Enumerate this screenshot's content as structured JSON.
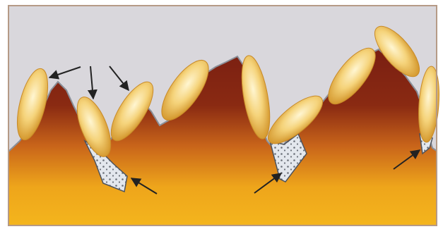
{
  "diagram": {
    "labels": [],
    "colors": {
      "background": "#ffffff",
      "sky": "#d9d7dc",
      "border": "#b59a86",
      "peak_top": "#7a1f12",
      "mid": "#c9651a",
      "base": "#f2b21a",
      "pore_fill": "#e2e6ec",
      "pore_edge": "#5b5f66",
      "particle_light": "#fff3c8",
      "particle_mid": "#f1c75a",
      "particle_dark": "#cf8f22",
      "arrow": "#222222"
    },
    "components": {
      "ground": "rough-substrate-surface",
      "particles": "elliptical-coating-particles",
      "pores": "dotted-void-pockets",
      "arrows": "pointer-arrows"
    }
  }
}
